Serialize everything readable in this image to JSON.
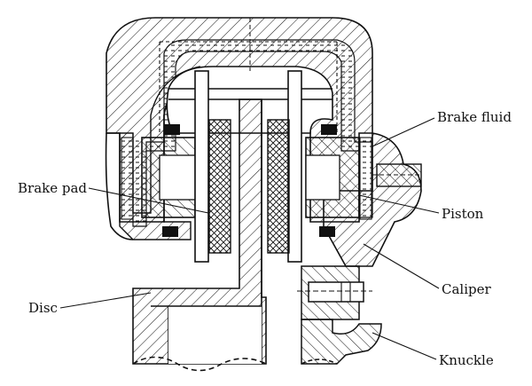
{
  "labels": {
    "brake_fluid": "Brake fluid",
    "brake_pad": "Brake pad",
    "piston": "Piston",
    "caliper": "Caliper",
    "disc": "Disc",
    "knuckle": "Knuckle"
  },
  "colors": {
    "ink": "#111111",
    "background": "#ffffff"
  }
}
